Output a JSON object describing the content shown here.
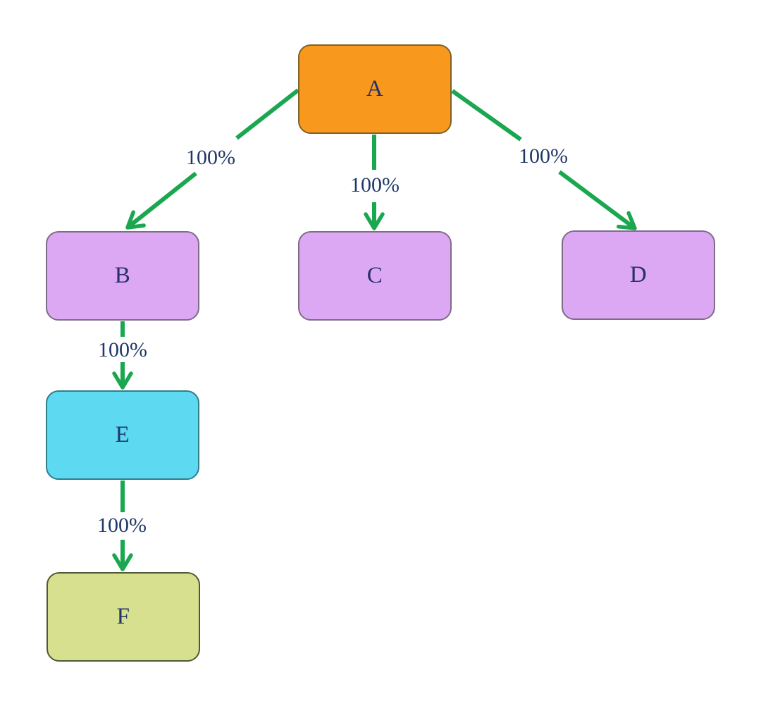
{
  "diagram": {
    "type": "flowchart",
    "direction": "top-down",
    "nodes": [
      {
        "id": "A",
        "label": "A",
        "fill": "#F8991D",
        "border": "#7F6127",
        "text_color": "#28306B"
      },
      {
        "id": "B",
        "label": "B",
        "fill": "#DCA8F4",
        "border": "#7E6C86",
        "text_color": "#28306B"
      },
      {
        "id": "C",
        "label": "C",
        "fill": "#DCA8F4",
        "border": "#7E6C86",
        "text_color": "#28306B"
      },
      {
        "id": "D",
        "label": "D",
        "fill": "#DCA8F4",
        "border": "#7E6C86",
        "text_color": "#28306B"
      },
      {
        "id": "E",
        "label": "E",
        "fill": "#5DD9F2",
        "border": "#2F7E8A",
        "text_color": "#1C3A6E"
      },
      {
        "id": "F",
        "label": "F",
        "fill": "#D6E08F",
        "border": "#4E5A33",
        "text_color": "#1F3868"
      }
    ],
    "edges": [
      {
        "from": "A",
        "to": "B",
        "label": "100%"
      },
      {
        "from": "A",
        "to": "C",
        "label": "100%"
      },
      {
        "from": "A",
        "to": "D",
        "label": "100%"
      },
      {
        "from": "B",
        "to": "E",
        "label": "100%"
      },
      {
        "from": "E",
        "to": "F",
        "label": "100%"
      }
    ]
  },
  "colors": {
    "arrow": "#1AA750",
    "label_text": "#1F3868",
    "background": "#FFFFFF"
  }
}
